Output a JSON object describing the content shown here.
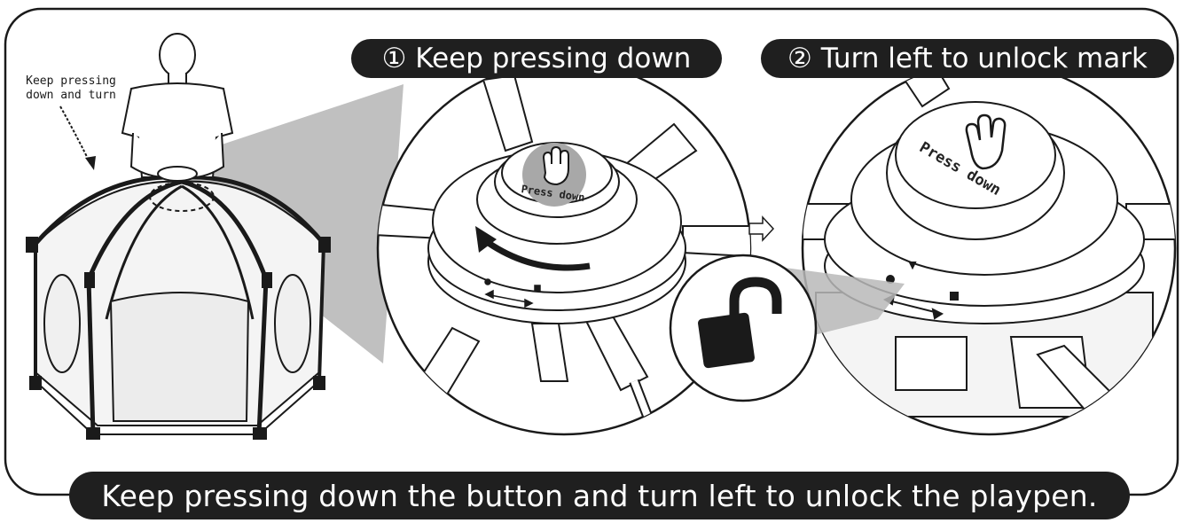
{
  "step1": {
    "label": "① Keep pressing down"
  },
  "step2": {
    "label": "② Turn left to unlock mark"
  },
  "side_note": {
    "line1": "Keep pressing",
    "line2": "down and turn"
  },
  "button_label": "Press down",
  "caption": "Keep pressing down the button and turn left to unlock the playpen.",
  "icons": [
    "hand-icon",
    "unlock-icon",
    "arrow-right-icon",
    "rotate-arrow-icon",
    "curved-arrow-icon"
  ],
  "colors": {
    "pill_background": "#1f1f1f",
    "pill_text": "#ffffff",
    "line": "#1a1a1a",
    "highlight": "#a8a8a8",
    "projection": "#b4b4b4"
  }
}
